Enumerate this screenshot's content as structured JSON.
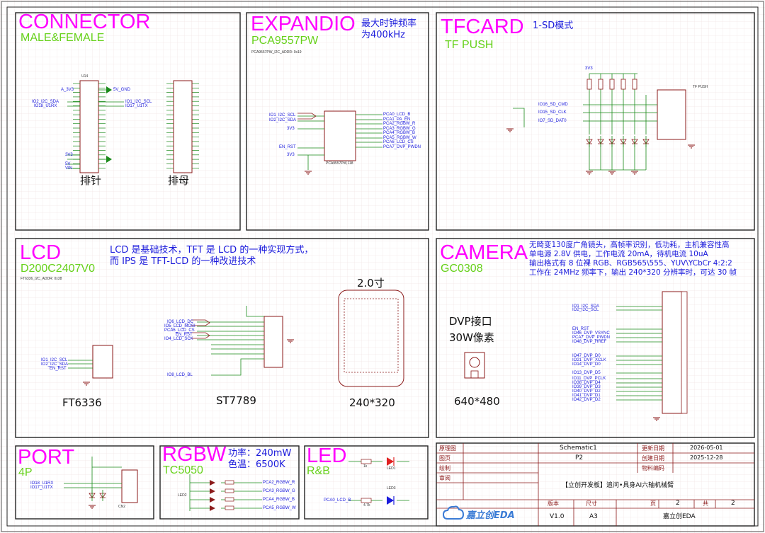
{
  "sheet": {
    "title": "Schematic1",
    "page": "P2"
  },
  "blocks": {
    "connector": {
      "title": "CONNECTOR",
      "subtitle": "MALE&FEMALE",
      "label_male": "排针",
      "label_female": "排母",
      "nets": [
        "A_3V3",
        "IO2_I2C_SDA",
        "IO18_U1RX",
        "IO1_I2C_SCL",
        "IO17_U1TX",
        "5V_GND",
        "3V3",
        "5V",
        "VIN"
      ],
      "ref": "U14"
    },
    "expandio": {
      "title": "EXPANDIO",
      "subtitle": "PCA9557PW",
      "note": "最大时钟频率\n为400kHz",
      "addr_note": "PCA9557PW_I2C_ADDR: 0x19",
      "nets_left": [
        "IO1_I2C_SCL",
        "IO2_I2C_SDA",
        "3V3",
        "EN_RST",
        "3V3"
      ],
      "nets_right": [
        "PCA0_LCD_B",
        "PCA1_PA_EN",
        "PCA2_RGBW_R",
        "PCA3_RGBW_G",
        "PCA4_RGBW_B",
        "PCA5_RGBW_W",
        "PCA6_LCD_CS",
        "PCA7_DVP_PWDN"
      ],
      "part": "PCA9557PW,118"
    },
    "tfcard": {
      "title": "TFCARD",
      "subtitle": "TF PUSH",
      "note": "1-SD模式",
      "nets": [
        "IO16_SD_CMD",
        "IO15_SD_CLK",
        "IO7_SD_DAT0"
      ],
      "power": "3V3",
      "ref": "TF PUSH"
    },
    "lcd": {
      "title": "LCD",
      "subtitle": "D200C2407V0",
      "note": "LCD 是基础技术，TFT 是 LCD 的一种实现方式，\n而 IPS 是 TFT-LCD 的一种改进技术",
      "addr_note": "FT6336_I2C_ADDR: 0x38",
      "label_touch": "FT6336",
      "label_driver": "ST7789",
      "label_size": "2.0寸",
      "label_res": "240*320",
      "nets": [
        "IO6_LCD_DC",
        "IO5_LCD_MOSI",
        "PCA6_LCD_CS",
        "EN_RST",
        "IO4_LCD_SCK",
        "IO1_I2C_SCL",
        "IO2_I2C_SDA",
        "EN_RST",
        "IO8_LCD_BL"
      ]
    },
    "camera": {
      "title": "CAMERA",
      "subtitle": "GC0308",
      "note": "无畸变130度广角镜头，高帧率识别，低功耗，主机兼容性高\n单电源 2.8V 供电，工作电流 20mA，待机电流 10uA\n输出格式有 8 位裸 RGB、RGB565\\555、YUV\\YCbCr 4:2:2\n工作在 24MHz 频率下，输出 240*320 分辨率时，可达 30 帧",
      "label_dvp": "DVP接口",
      "label_pixels": "30W像素",
      "label_res": "640*480",
      "nets": [
        "IO1_I2C_SDA",
        "IO2_I2C_SCL",
        "EN_RST",
        "IO46_DVP_VSYNC",
        "PCA7_DVP_PWDN",
        "IO48_DVP_HREF",
        "IO47_DVP_D0",
        "IO21_DVP_XCLK",
        "IO14_DVP_D0",
        "IO13_DVP_D5",
        "IO11_DVP_PCLK",
        "IO38_DVP_D4",
        "IO39_DVP_D3",
        "IO40_DVP_D2",
        "IO41_DVP_D1",
        "IO42_DVP_D2"
      ]
    },
    "port": {
      "title": "PORT",
      "subtitle": "4P",
      "nets": [
        "IO18_U1RX",
        "IO17_U1TX"
      ],
      "ref": "CN2"
    },
    "rgbw": {
      "title": "RGBW",
      "subtitle": "TC5050",
      "note": "功率：240mW\n色温：6500K",
      "nets": [
        "PCA2_RGBW_R",
        "PCA3_RGBW_G",
        "PCA4_RGBW_B",
        "PCA5_RGBW_W"
      ],
      "ref": "LED2"
    },
    "led": {
      "title": "LED",
      "subtitle": "R&B",
      "nets": [
        "PCA0_LCD_B"
      ],
      "refs": [
        "LED1",
        "LED3"
      ],
      "res": [
        "1k",
        "4.7k"
      ]
    }
  },
  "title_block": {
    "labels": {
      "drawn": "原理图",
      "page": "图页",
      "drawing": "绘制",
      "review": "审阅",
      "updated": "更新日期",
      "created": "创建日期",
      "material": "物料编码",
      "version": "版本",
      "size": "尺寸",
      "page_no": "页",
      "total": "共"
    },
    "values": {
      "sheet_name": "Schematic1",
      "page": "P2",
      "updated": "2026-05-01",
      "created": "2025-12-28",
      "project": "【立创开发板】追问•具身AI六轴机械臂",
      "version": "V1.0",
      "size": "A3",
      "page_no": "2",
      "total": "2",
      "company": "嘉立创EDA",
      "logo": "嘉立创EDA"
    }
  },
  "colors": {
    "title": "#ff00ff",
    "subtitle": "#66d11a",
    "net": "#1a1adc",
    "wire": "#1a8a1a",
    "part": "#8b1a1a",
    "border": "#222222",
    "led_red": "#e02020",
    "led_blue": "#1a1adc"
  }
}
